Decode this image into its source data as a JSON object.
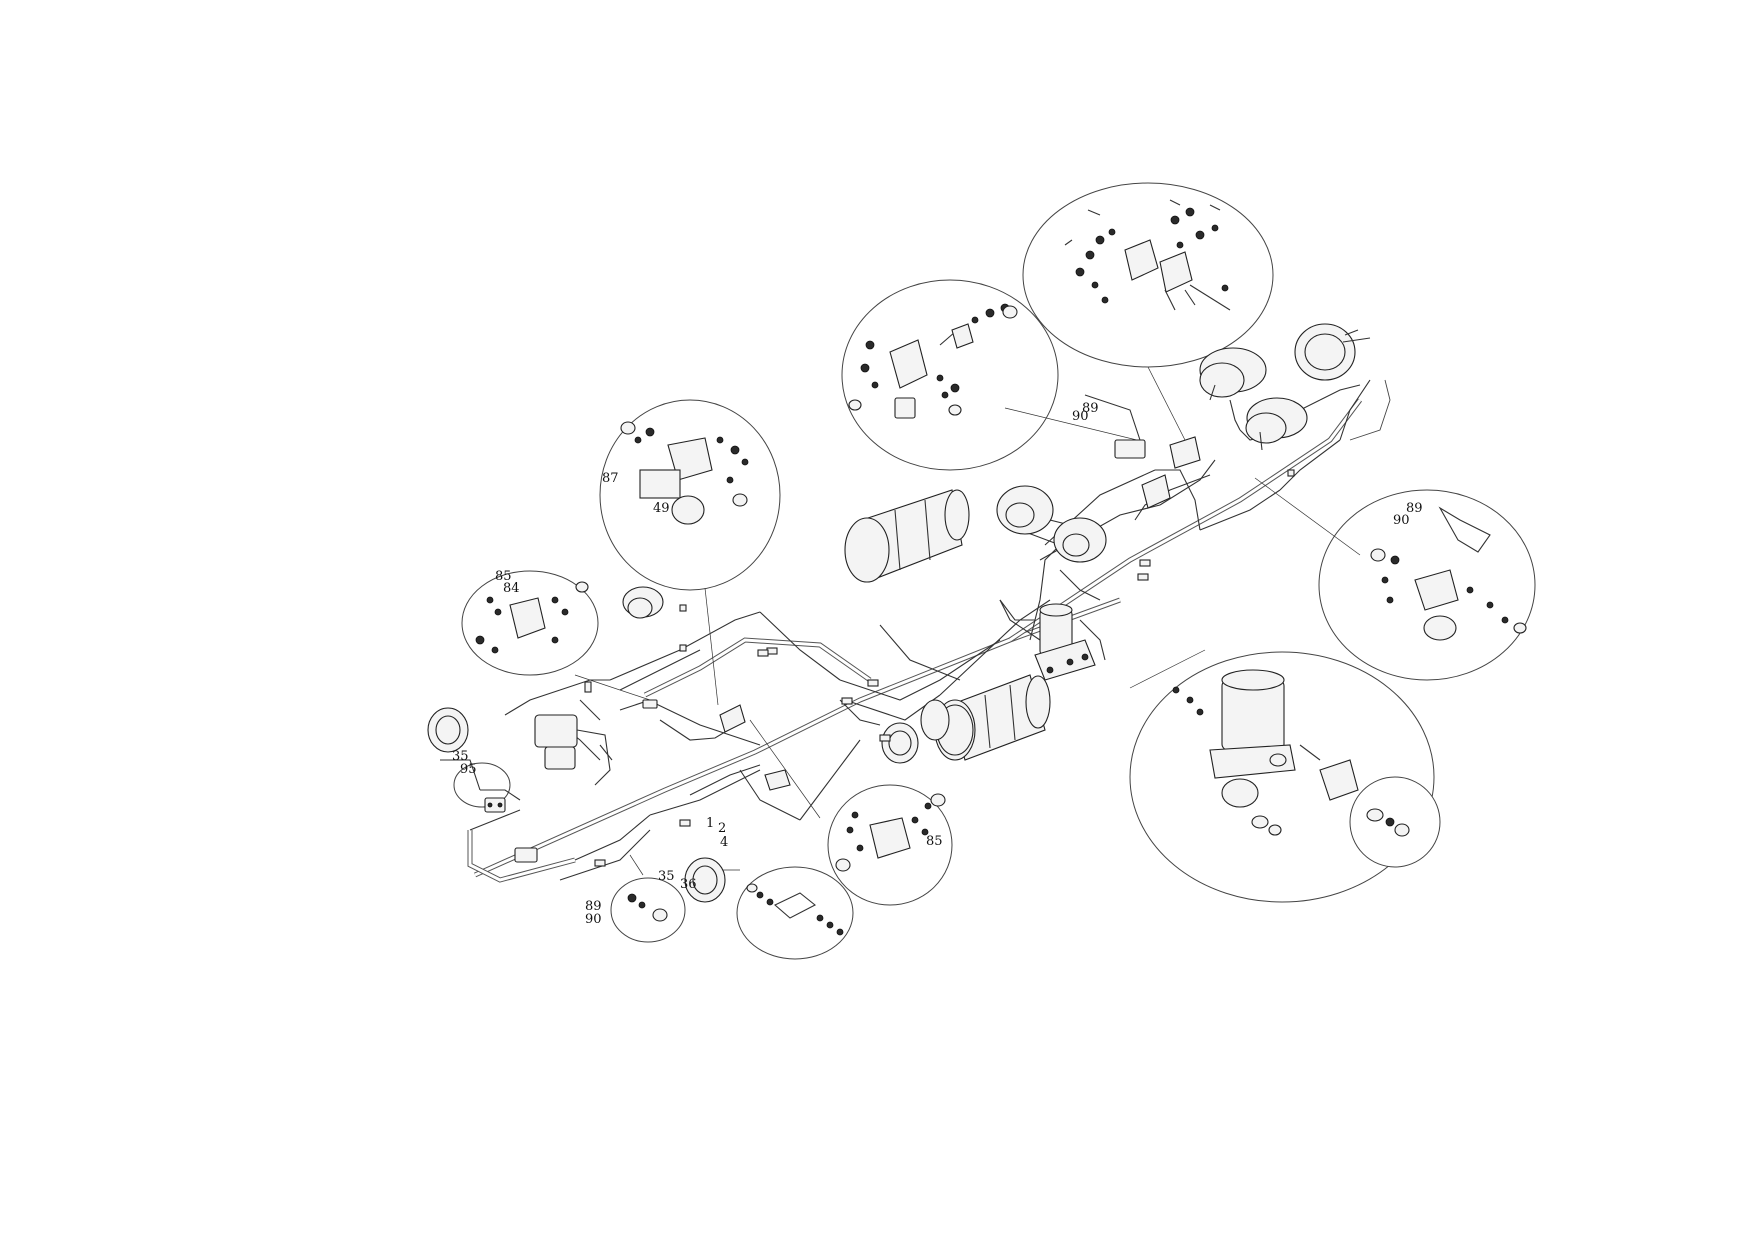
{
  "callouts": {
    "c87": "87",
    "c49": "49",
    "c85a": "85",
    "c84": "84",
    "c35a": "35",
    "c95": "95",
    "c89a": "89",
    "c90a": "90",
    "c1": "1",
    "c2": "2",
    "c4": "4",
    "c35b": "35",
    "c36": "36",
    "c85b": "85",
    "c90b": "90",
    "c89b": "89",
    "c89c": "89",
    "c90c": "90"
  },
  "icons": {
    "brake_chamber": "brake-chamber-icon",
    "air_tank": "air-tank-icon",
    "air_dryer": "air-dryer-icon",
    "relay_valve": "relay-valve-icon",
    "compressor": "compressor-icon",
    "fitting": "fitting-icon"
  }
}
